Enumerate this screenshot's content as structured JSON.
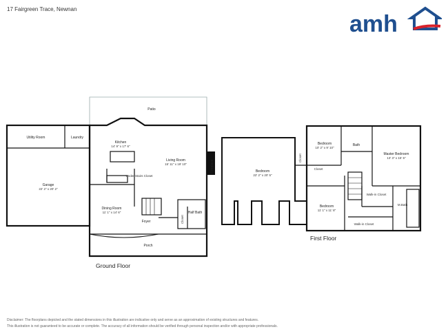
{
  "header": {
    "address": "17 Fairgreen Trace, Newnan"
  },
  "logo": {
    "text": "amh",
    "color": "#1f4f8f",
    "accent": "#d7212b"
  },
  "floors": {
    "ground": "Ground Floor",
    "first": "First Floor"
  },
  "rooms": {
    "patio": "Patio",
    "utility": "Utility Room",
    "laundry": "Laundry",
    "kitchen": {
      "name": "Kitchen",
      "dim": "14' 9\" x 17' 6\""
    },
    "garage": {
      "name": "Garage",
      "dim": "22' 2\" x 20' 2\""
    },
    "living": {
      "name": "Living Room",
      "dim": "15' 11\" x 19' 10\""
    },
    "fireplace": "Fireplace",
    "under_stairs": "Under Stairs Closet",
    "dining": {
      "name": "Dining Room",
      "dim": "11' 1\" x 14' 6\""
    },
    "half_bath": "Half Bath",
    "closet": "Closet",
    "foyer": "Foyer",
    "porch": "Porch",
    "bedroom_big": {
      "name": "Bedroom",
      "dim": "22' 2\" x 20' 5\""
    },
    "bedroom_2": {
      "name": "Bedroom",
      "dim": "10' 2\" x 9' 10\""
    },
    "bath": "Bath",
    "master": {
      "name": "Master Bedroom",
      "dim": "13' 3\" x 15' 5\""
    },
    "bedroom_3": {
      "name": "Bedroom",
      "dim": "11' 1\" x 11' 8\""
    },
    "walk_in_1": "Walk-in Closet",
    "walk_in_2": "Walk-in Closet",
    "m_bath": "M.Bath",
    "closet_upper": "Closet",
    "closet_vertical": "Closet"
  },
  "disclaimer": [
    "Disclaimer: The floorplans depicted and the stated dimensions in this illustration are indicative only and serve as an approximation of existing structures and features.",
    "This illustration is not guaranteed to be accurate or complete. The accuracy of all information should be verified through personal inspection and/or with appropriate professionals."
  ]
}
